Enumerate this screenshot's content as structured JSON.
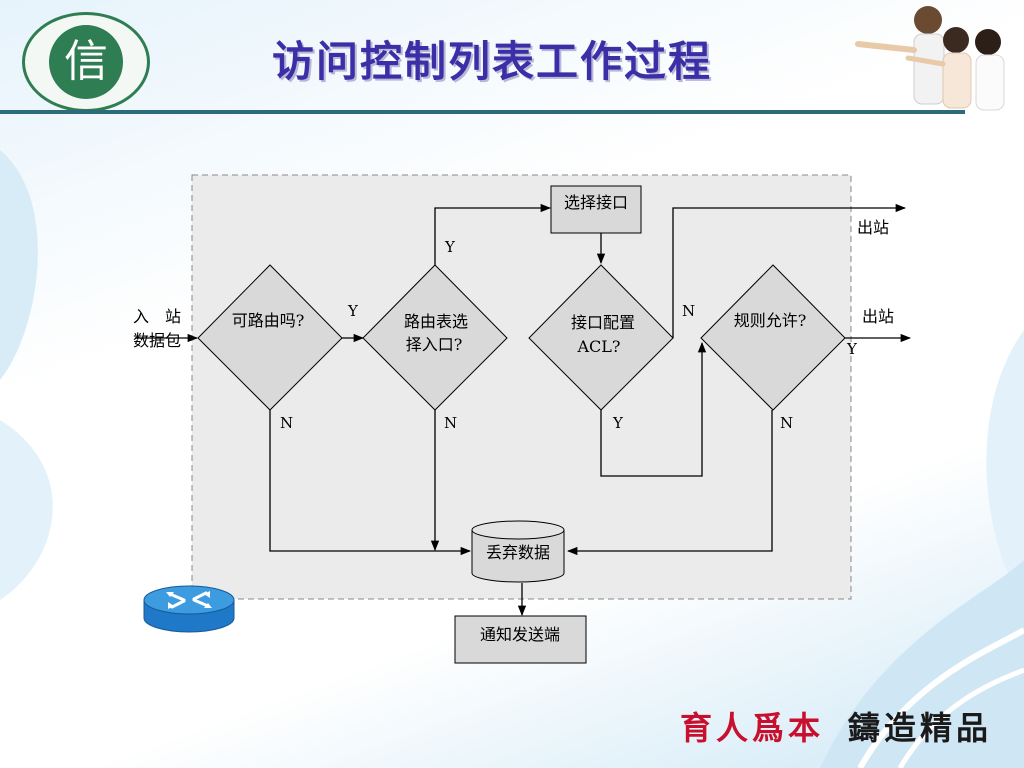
{
  "slide": {
    "title": "访问控制列表工作过程",
    "logo_char": "信",
    "slogan_left": "育人爲本",
    "slogan_right": "鑄造精品"
  },
  "diagram": {
    "inbound_label_1": "入　站",
    "inbound_label_2": "数据包",
    "decision_routable": "可路由吗?",
    "decision_route_line1": "路由表选",
    "decision_route_line2": "择入口?",
    "box_select_interface": "选择接口",
    "decision_acl_line1": "接口配置",
    "decision_acl_line2": "ACL?",
    "decision_rule": "规则允许?",
    "drop_data": "丢弃数据",
    "notify_sender": "通知发送端",
    "outbound_top": "出站",
    "outbound_mid": "出站",
    "yes_routable": "Y",
    "no_routable": "N",
    "yes_route_top": "Y",
    "no_route": "N",
    "no_acl": "N",
    "yes_acl": "Y",
    "yes_rule": "Y",
    "no_rule": "N"
  }
}
